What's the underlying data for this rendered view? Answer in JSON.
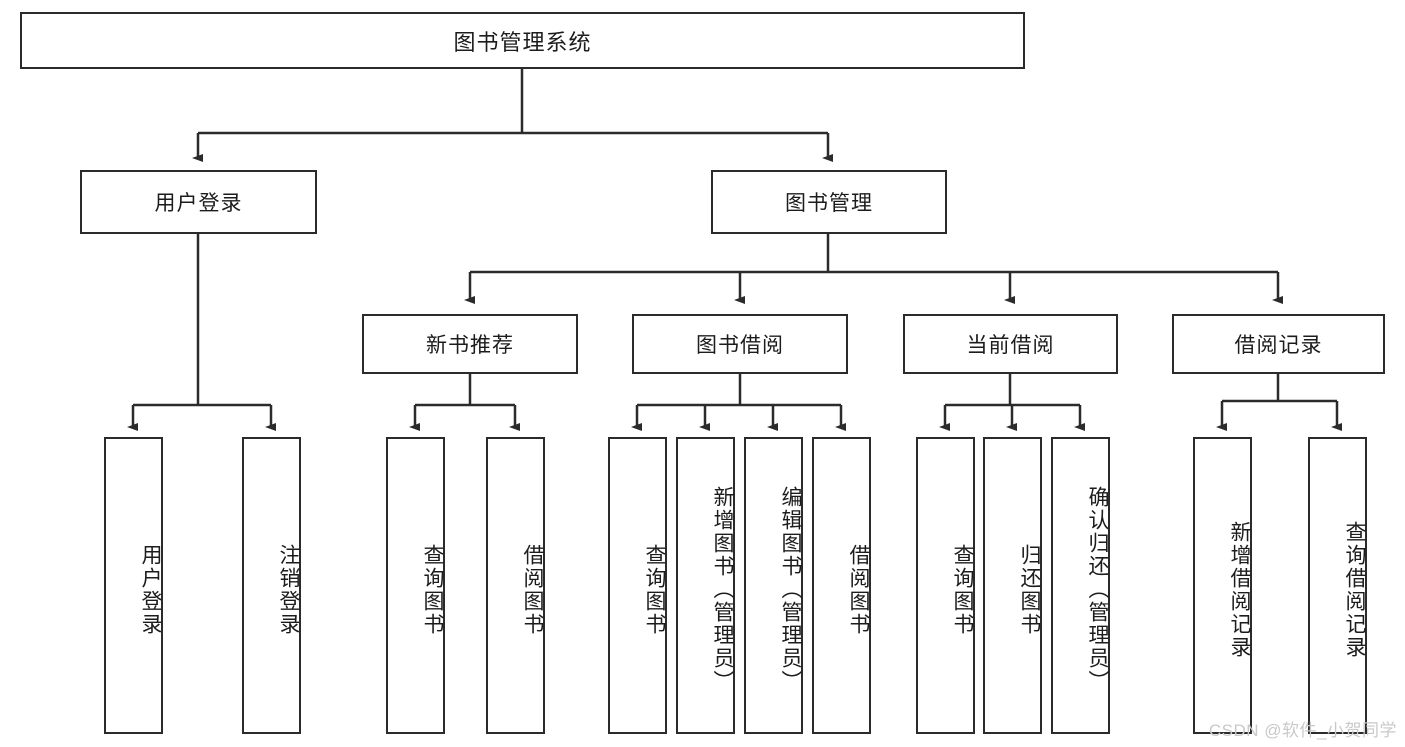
{
  "diagram": {
    "title_box": {
      "label": "图书管理系统"
    },
    "level2": [
      {
        "id": "user-login",
        "label": "用户登录"
      },
      {
        "id": "book-management",
        "label": "图书管理"
      }
    ],
    "level3": [
      {
        "id": "new-book-recommend",
        "label": "新书推荐"
      },
      {
        "id": "book-borrow",
        "label": "图书借阅"
      },
      {
        "id": "current-borrow",
        "label": "当前借阅"
      },
      {
        "id": "borrow-record",
        "label": "借阅记录"
      }
    ],
    "leaves": {
      "user_login": [
        {
          "id": "leaf-user-login",
          "label": "用户登录"
        },
        {
          "id": "leaf-logout-login",
          "label": "注销登录"
        }
      ],
      "new_book_recommend": [
        {
          "id": "leaf-query-book-1",
          "label": "查询图书"
        },
        {
          "id": "leaf-borrow-book-1",
          "label": "借阅图书"
        }
      ],
      "book_borrow": [
        {
          "id": "leaf-query-book-2",
          "label": "查询图书"
        },
        {
          "id": "leaf-add-book",
          "label": "新增图书（管理员）"
        },
        {
          "id": "leaf-edit-book",
          "label": "编辑图书（管理员）"
        },
        {
          "id": "leaf-borrow-book-2",
          "label": "借阅图书"
        }
      ],
      "current_borrow": [
        {
          "id": "leaf-query-book-3",
          "label": "查询图书"
        },
        {
          "id": "leaf-return-book",
          "label": "归还图书"
        },
        {
          "id": "leaf-confirm-return",
          "label": "确认归还（管理员）"
        }
      ],
      "borrow_record": [
        {
          "id": "leaf-add-record",
          "label": "新增借阅记录"
        },
        {
          "id": "leaf-query-record",
          "label": "查询借阅记录"
        }
      ]
    }
  },
  "watermark": {
    "text": "CSDN @软件_小贺同学"
  },
  "colors": {
    "stroke": "#2b2b2b",
    "background": "#ffffff",
    "text": "#1c1c1c",
    "watermark": "#c9c9c9"
  }
}
